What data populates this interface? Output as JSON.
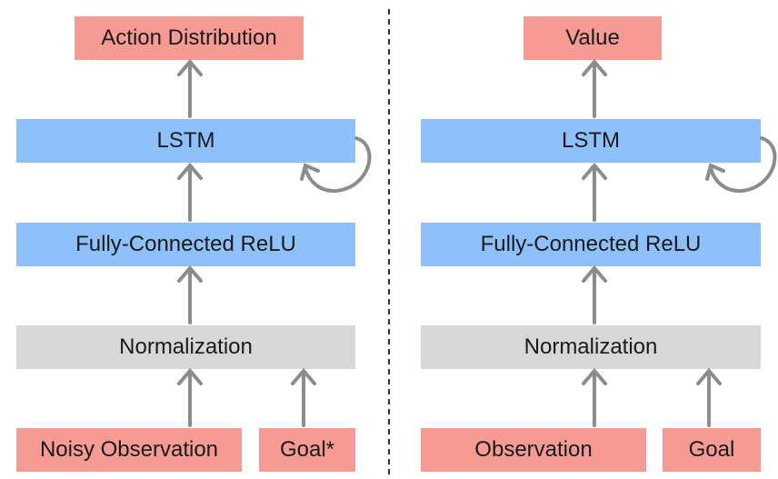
{
  "colors": {
    "output_box": "#f59b93",
    "layer_box": "#8ec1fb",
    "normalization_box": "#d7d7d7",
    "input_box": "#f59b93",
    "arrow": "#8c8c8c",
    "divider": "#333333"
  },
  "policy": {
    "output": "Action Distribution",
    "lstm": "LSTM",
    "fc": "Fully-Connected ReLU",
    "normalization": "Normalization",
    "inputs": [
      "Noisy Observation",
      "Goal*"
    ]
  },
  "value": {
    "output": "Value",
    "lstm": "LSTM",
    "fc": "Fully-Connected ReLU",
    "normalization": "Normalization",
    "inputs": [
      "Observation",
      "Goal"
    ]
  }
}
